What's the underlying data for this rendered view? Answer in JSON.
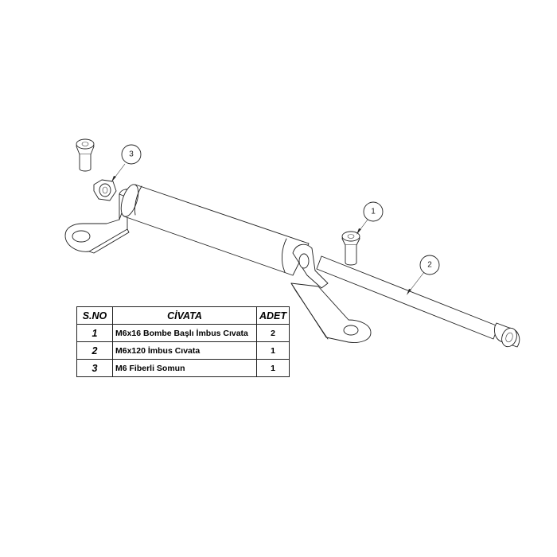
{
  "balloons": [
    {
      "label": "1"
    },
    {
      "label": "2"
    },
    {
      "label": "3"
    }
  ],
  "table": {
    "headers": {
      "no": "S.NO",
      "name": "CİVATA",
      "qty": "ADET"
    },
    "rows": [
      {
        "no": "1",
        "name": "M6x16 Bombe Başlı İmbus Cıvata",
        "qty": "2"
      },
      {
        "no": "2",
        "name": "M6x120 İmbus Cıvata",
        "qty": "1"
      },
      {
        "no": "3",
        "name": "M6 Fiberli Somun",
        "qty": "1"
      }
    ]
  }
}
